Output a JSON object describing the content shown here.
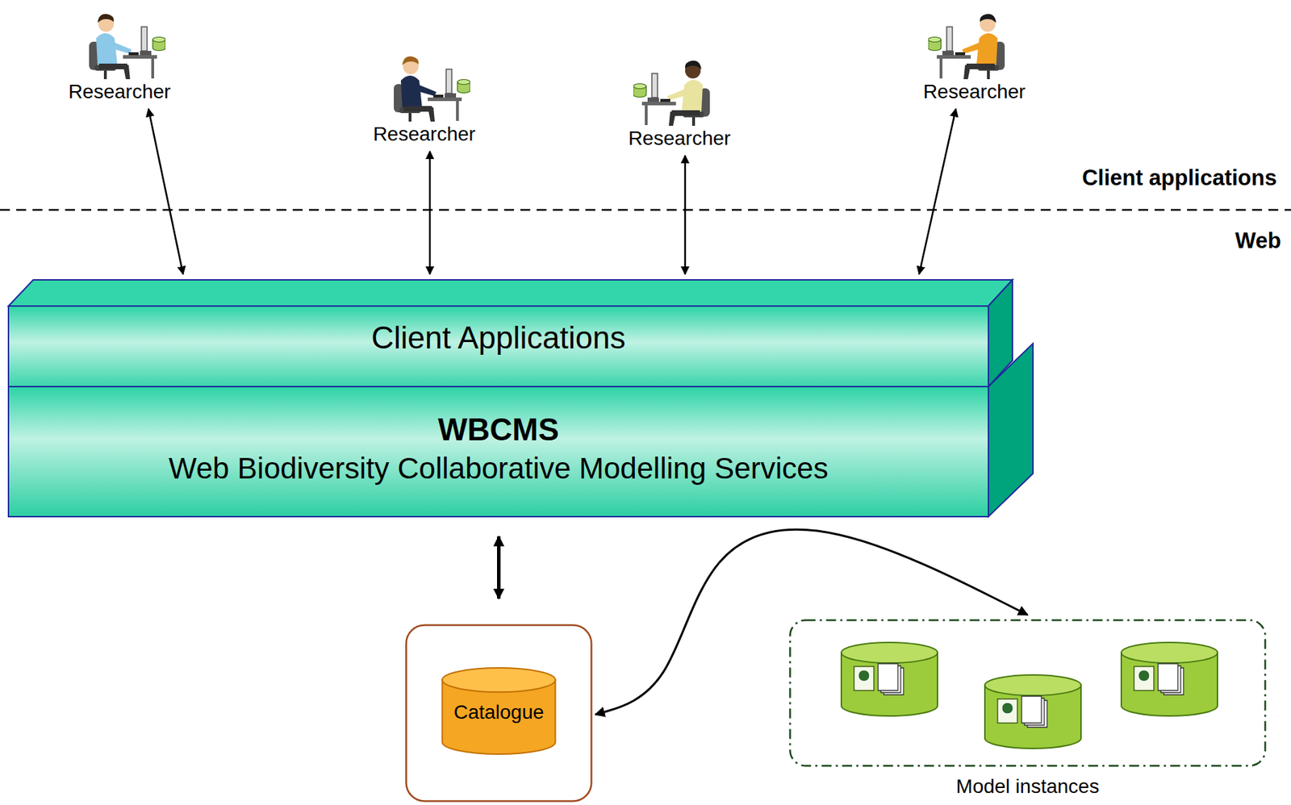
{
  "diagram": {
    "nodes": [
      {
        "text": [
          "Researcher"
        ]
      },
      {
        "text": [
          "Researcher"
        ]
      },
      {
        "text": [
          "Researcher"
        ]
      },
      {
        "text": [
          "Researcher"
        ]
      },
      {
        "text": [
          "Client Applications"
        ]
      },
      {
        "text": [
          "WBCMS",
          "Web Biodiversity Collaborative Modelling Services"
        ]
      },
      {
        "text": [
          "Catalogue"
        ]
      },
      {
        "text": [
          "Model instances"
        ]
      }
    ],
    "edges": [
      {
        "from": 0,
        "to": 4,
        "arrow": "both"
      },
      {
        "from": 1,
        "to": 4,
        "arrow": "both"
      },
      {
        "from": 2,
        "to": 4,
        "arrow": "both"
      },
      {
        "from": 3,
        "to": 4,
        "arrow": "both"
      },
      {
        "from": 5,
        "to": 6,
        "arrow": "both"
      },
      {
        "from": 6,
        "to": 7,
        "arrow": "both"
      }
    ],
    "labels": [
      "Client applications",
      "Web"
    ]
  }
}
